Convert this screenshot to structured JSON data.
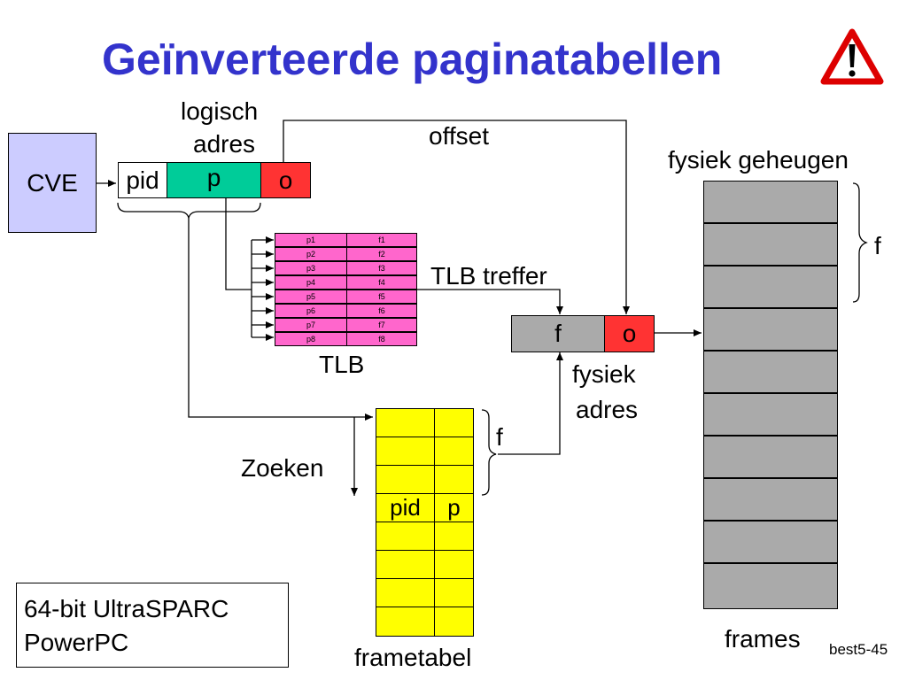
{
  "slide": {
    "title": "Geïnverteerde paginatabellen",
    "footer_id": "best5-45"
  },
  "cpu": {
    "label": "CVE"
  },
  "logical_address": {
    "label": "logisch adres",
    "label_line1": "logisch",
    "label_line2": "adres",
    "fields": {
      "pid": "pid",
      "p": "p",
      "o": "o"
    }
  },
  "offset_label": "offset",
  "tlb": {
    "label": "TLB",
    "hit_label": "TLB treffer",
    "rows": [
      {
        "page": "p1",
        "frame": "f1"
      },
      {
        "page": "p2",
        "frame": "f2"
      },
      {
        "page": "p3",
        "frame": "f3"
      },
      {
        "page": "p4",
        "frame": "f4"
      },
      {
        "page": "p5",
        "frame": "f5"
      },
      {
        "page": "p6",
        "frame": "f6"
      },
      {
        "page": "p7",
        "frame": "f7"
      },
      {
        "page": "p8",
        "frame": "f8"
      }
    ]
  },
  "physical_address": {
    "label_line1": "fysiek",
    "label_line2": "adres",
    "fields": {
      "f": "f",
      "o": "o"
    }
  },
  "physical_memory": {
    "label": "fysiek geheugen",
    "frame_brace_label": "f",
    "bottom_label": "frames"
  },
  "frame_table": {
    "label": "frametabel",
    "search_label": "Zoeken",
    "brace_label": "f",
    "entry": {
      "pid": "pid",
      "p": "p"
    }
  },
  "architectures": [
    "64-bit UltraSPARC",
    "PowerPC"
  ],
  "colors": {
    "title": "#3333cc",
    "p_field": "#00cc99",
    "o_field": "#ff3333",
    "tlb": "#ff66cc",
    "frame_table": "#ffff00",
    "memory": "#aaaaaa",
    "cpu": "#ccccff",
    "warning": "#dd0000"
  },
  "icons": {
    "warning": "warning-triangle-icon"
  }
}
